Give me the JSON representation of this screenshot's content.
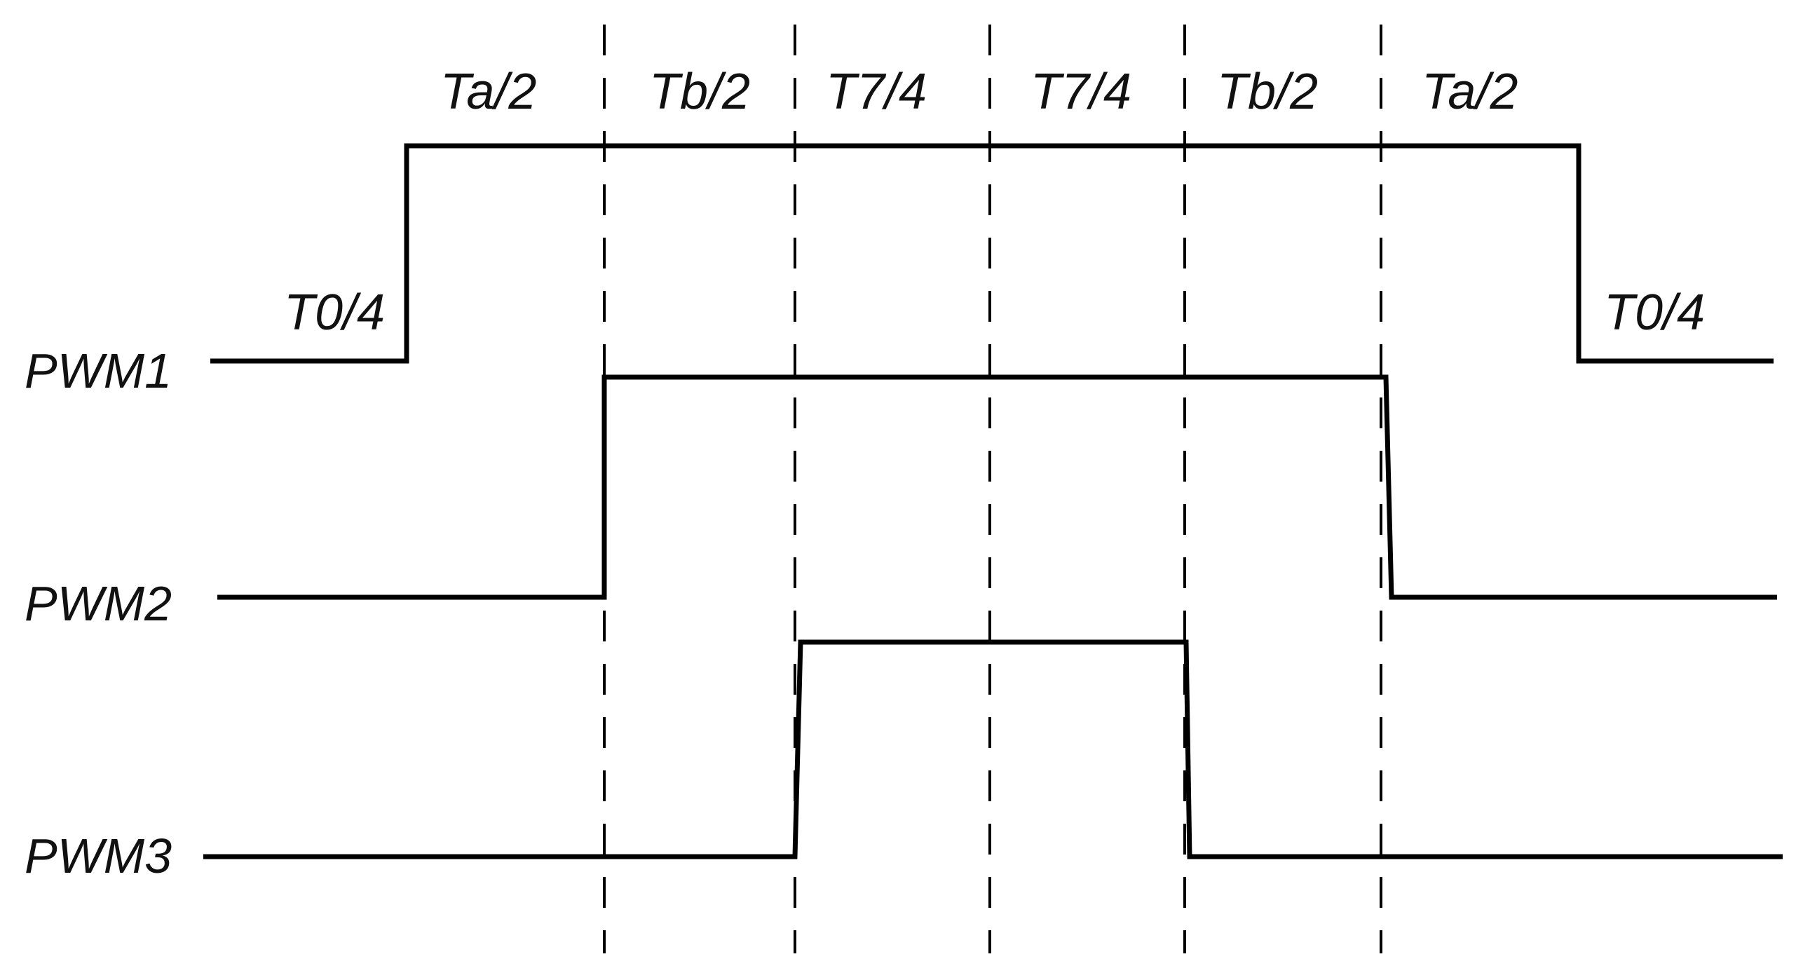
{
  "signals": [
    {
      "name": "PWM1"
    },
    {
      "name": "PWM2"
    },
    {
      "name": "PWM3"
    }
  ],
  "segments": [
    "T0/4",
    "Ta/2",
    "Tb/2",
    "T7/4",
    "T7/4",
    "Tb/2",
    "Ta/2",
    "T0/4"
  ],
  "colors": {
    "line": "#000000",
    "background": "#ffffff",
    "text": "#111111"
  }
}
